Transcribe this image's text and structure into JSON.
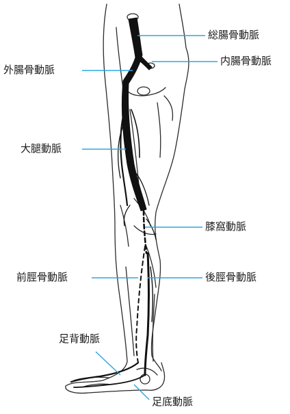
{
  "colors": {
    "outline": "#2a2a2a",
    "artery": "#111111",
    "leader": "#2aa7df",
    "text": "#1a1a1a"
  },
  "labels": {
    "common_iliac": "総腸骨動脈",
    "external_iliac": "外腸骨動脈",
    "internal_iliac": "内腸骨動脈",
    "femoral": "大腿動脈",
    "popliteal": "膝窩動脈",
    "anterior_tibial": "前脛骨動脈",
    "posterior_tibial": "後脛骨動脈",
    "dorsalis_pedis": "足背動脈",
    "plantar": "足底動脈"
  }
}
